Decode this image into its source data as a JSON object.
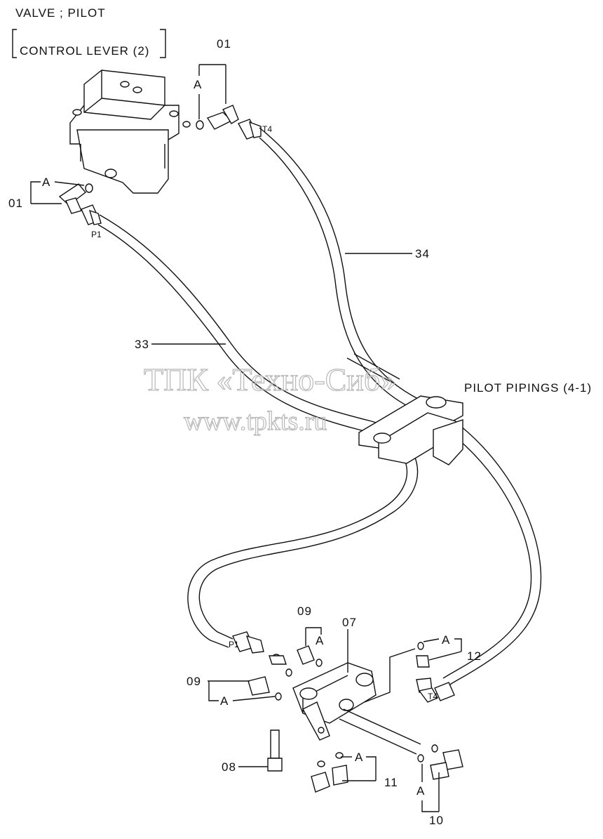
{
  "header": {
    "line1": "VALVE ; PILOT",
    "line2": "CONTROL  LEVER (2)"
  },
  "section_label": "PILOT  PIPINGS (4-1)",
  "watermark": {
    "line1": "ТПК «Техно-Сиб»",
    "line2": "www.tpkts.ru"
  },
  "callouts": {
    "c01_top": "01",
    "c01_left": "01",
    "c33": "33",
    "c34": "34",
    "c07": "07",
    "c09_top": "09",
    "c09_left": "09",
    "c08": "08",
    "c11": "11",
    "c10": "10",
    "c12": "12"
  },
  "sub_labels": {
    "a_top": "A",
    "a_left": "A",
    "a_09_top": "A",
    "a_09_left": "A",
    "a_11": "A",
    "a_10": "A",
    "a_12": "A"
  },
  "port_labels": {
    "p1_top": "P1",
    "t4_top": "T4",
    "p1_bottom": "P1",
    "t4_bottom": "T4"
  }
}
